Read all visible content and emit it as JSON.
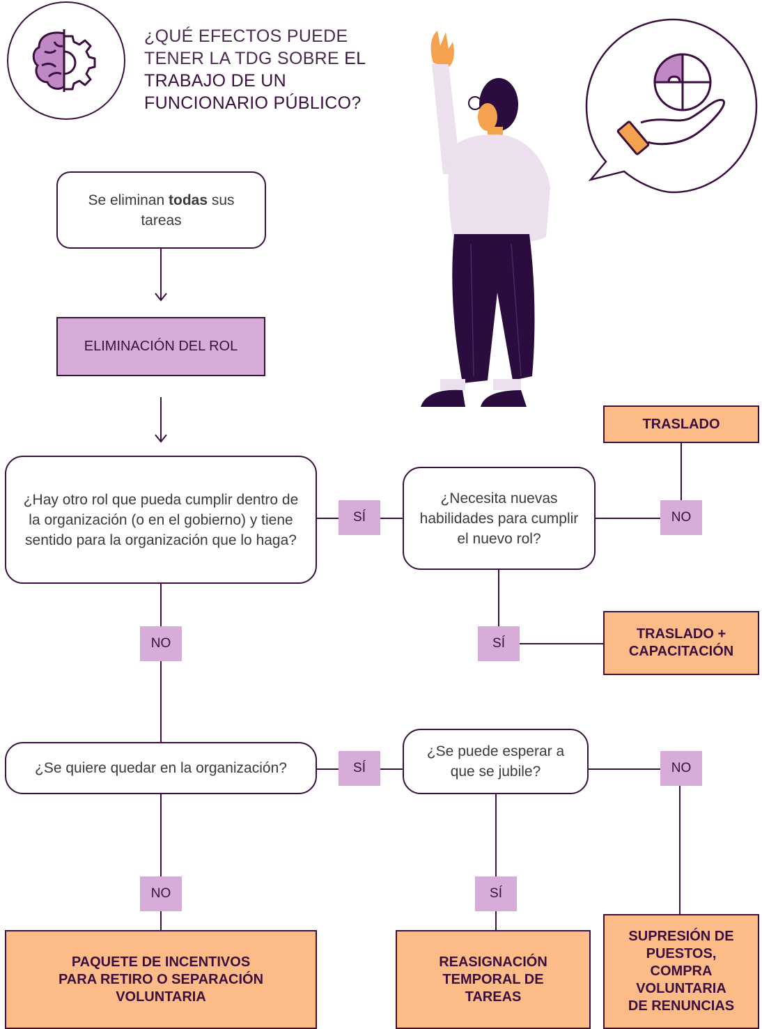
{
  "title": {
    "light": "¿QUÉ EFECTOS PUEDE TENER LA TDG SOBRE ",
    "strong": "EL TRABAJO DE UN FUNCIONARIO PÚBLICO?"
  },
  "nodes": {
    "start": {
      "pre": "Se eliminan ",
      "bold": "todas",
      "post": "sus tareas"
    },
    "elimination": "ELIMINACIÓN DEL ROL",
    "q_other_role": "¿Hay otro rol que pueda cumplir dentro de la organización (o en el gobierno) y tiene sentido para la organización que lo haga?",
    "q_new_skills": "¿Necesita nuevas habilidades para cumplir el nuevo rol?",
    "traslado": "TRASLADO",
    "traslado_cap": "TRASLADO + CAPACITACIÓN",
    "q_stay": "¿Se quiere quedar en la organización?",
    "q_retire": "¿Se puede esperar a que se jubile?",
    "incentives": "PAQUETE DE INCENTIVOS PARA RETIRO O SEPARACIÓN VOLUNTARIA",
    "reassign": "REASIGNACIÓN TEMPORAL DE TAREAS",
    "suppression": "SUPRESIÓN DE PUESTOS, COMPRA VOLUNTARIA DE RENUNCIAS"
  },
  "labels": {
    "yes1": "SÍ",
    "no1": "NO",
    "no2": "NO",
    "yes2": "SÍ",
    "yes3": "SÍ",
    "no3": "NO",
    "no4": "NO",
    "yes4": "SÍ"
  },
  "colors": {
    "dark": "#3a0e3f",
    "purple": "#d7acd9",
    "orange": "#fcbb87",
    "accent_orange": "#f4a24e"
  },
  "icons": [
    "brain-gear-icon",
    "puzzle-hand-icon",
    "person-illustration"
  ]
}
